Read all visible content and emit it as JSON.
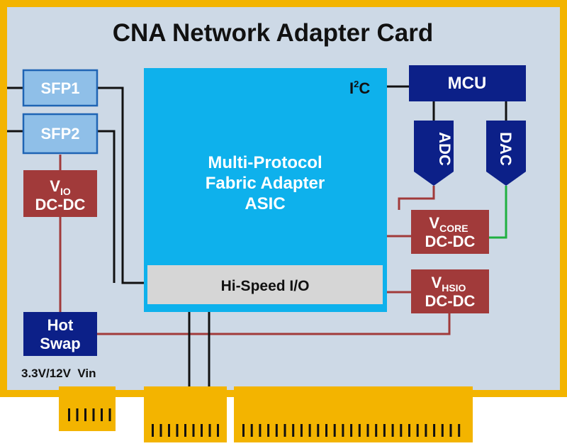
{
  "title": "CNA Network Adapter Card",
  "colors": {
    "card_border": "#f3b400",
    "board": "#cdd9e6",
    "asic": "#0eb1ec",
    "sfp": "#8fbfe8",
    "converter": "#a13a3a",
    "dark_block": "#0c2088",
    "hsio_bar": "#d6d6d6",
    "wire_dark": "#111111",
    "wire_power": "#a13a3a",
    "wire_green": "#1fb040"
  },
  "blocks": {
    "sfp1": "SFP1",
    "sfp2": "SFP2",
    "vio": {
      "v": "V",
      "sub": "IO",
      "line2": "DC-DC"
    },
    "hot_swap": {
      "line1": "Hot",
      "line2": "Swap"
    },
    "vin": "3.3V/12V  Vin",
    "asic": {
      "line1": "Multi-Protocol",
      "line2": "Fabric Adapter",
      "line3": "ASIC"
    },
    "hsio": "Hi-Speed I/O",
    "i2c": {
      "base": "I",
      "sup": "2",
      "tail": "C"
    },
    "mcu": "MCU",
    "adc": "ADC",
    "dac": "DAC",
    "vcore": {
      "v": "V",
      "sub": "CORE",
      "line2": "DC-DC"
    },
    "vhsio": {
      "v": "V",
      "sub": "HSIO",
      "line2": "DC-DC"
    }
  }
}
